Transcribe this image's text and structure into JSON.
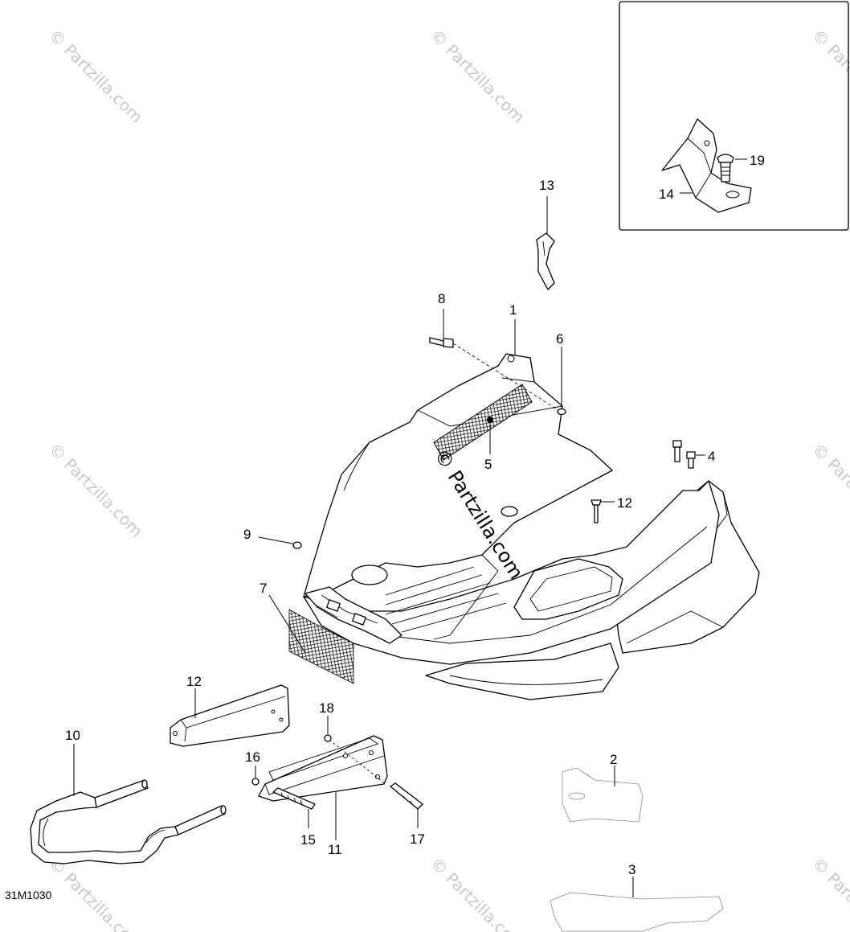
{
  "diagram": {
    "drawing_code": "31M1030",
    "watermark": "© Partzilla.com",
    "callouts": {
      "c1": "1",
      "c2": "2",
      "c3": "3",
      "c4": "4",
      "c5": "5",
      "c6": "6",
      "c7": "7",
      "c8": "8",
      "c9": "9",
      "c10": "10",
      "c11": "11",
      "c12a": "12",
      "c12b": "12",
      "c13": "13",
      "c14": "14",
      "c15": "15",
      "c16": "16",
      "c17": "17",
      "c18": "18",
      "c19": "19"
    }
  }
}
